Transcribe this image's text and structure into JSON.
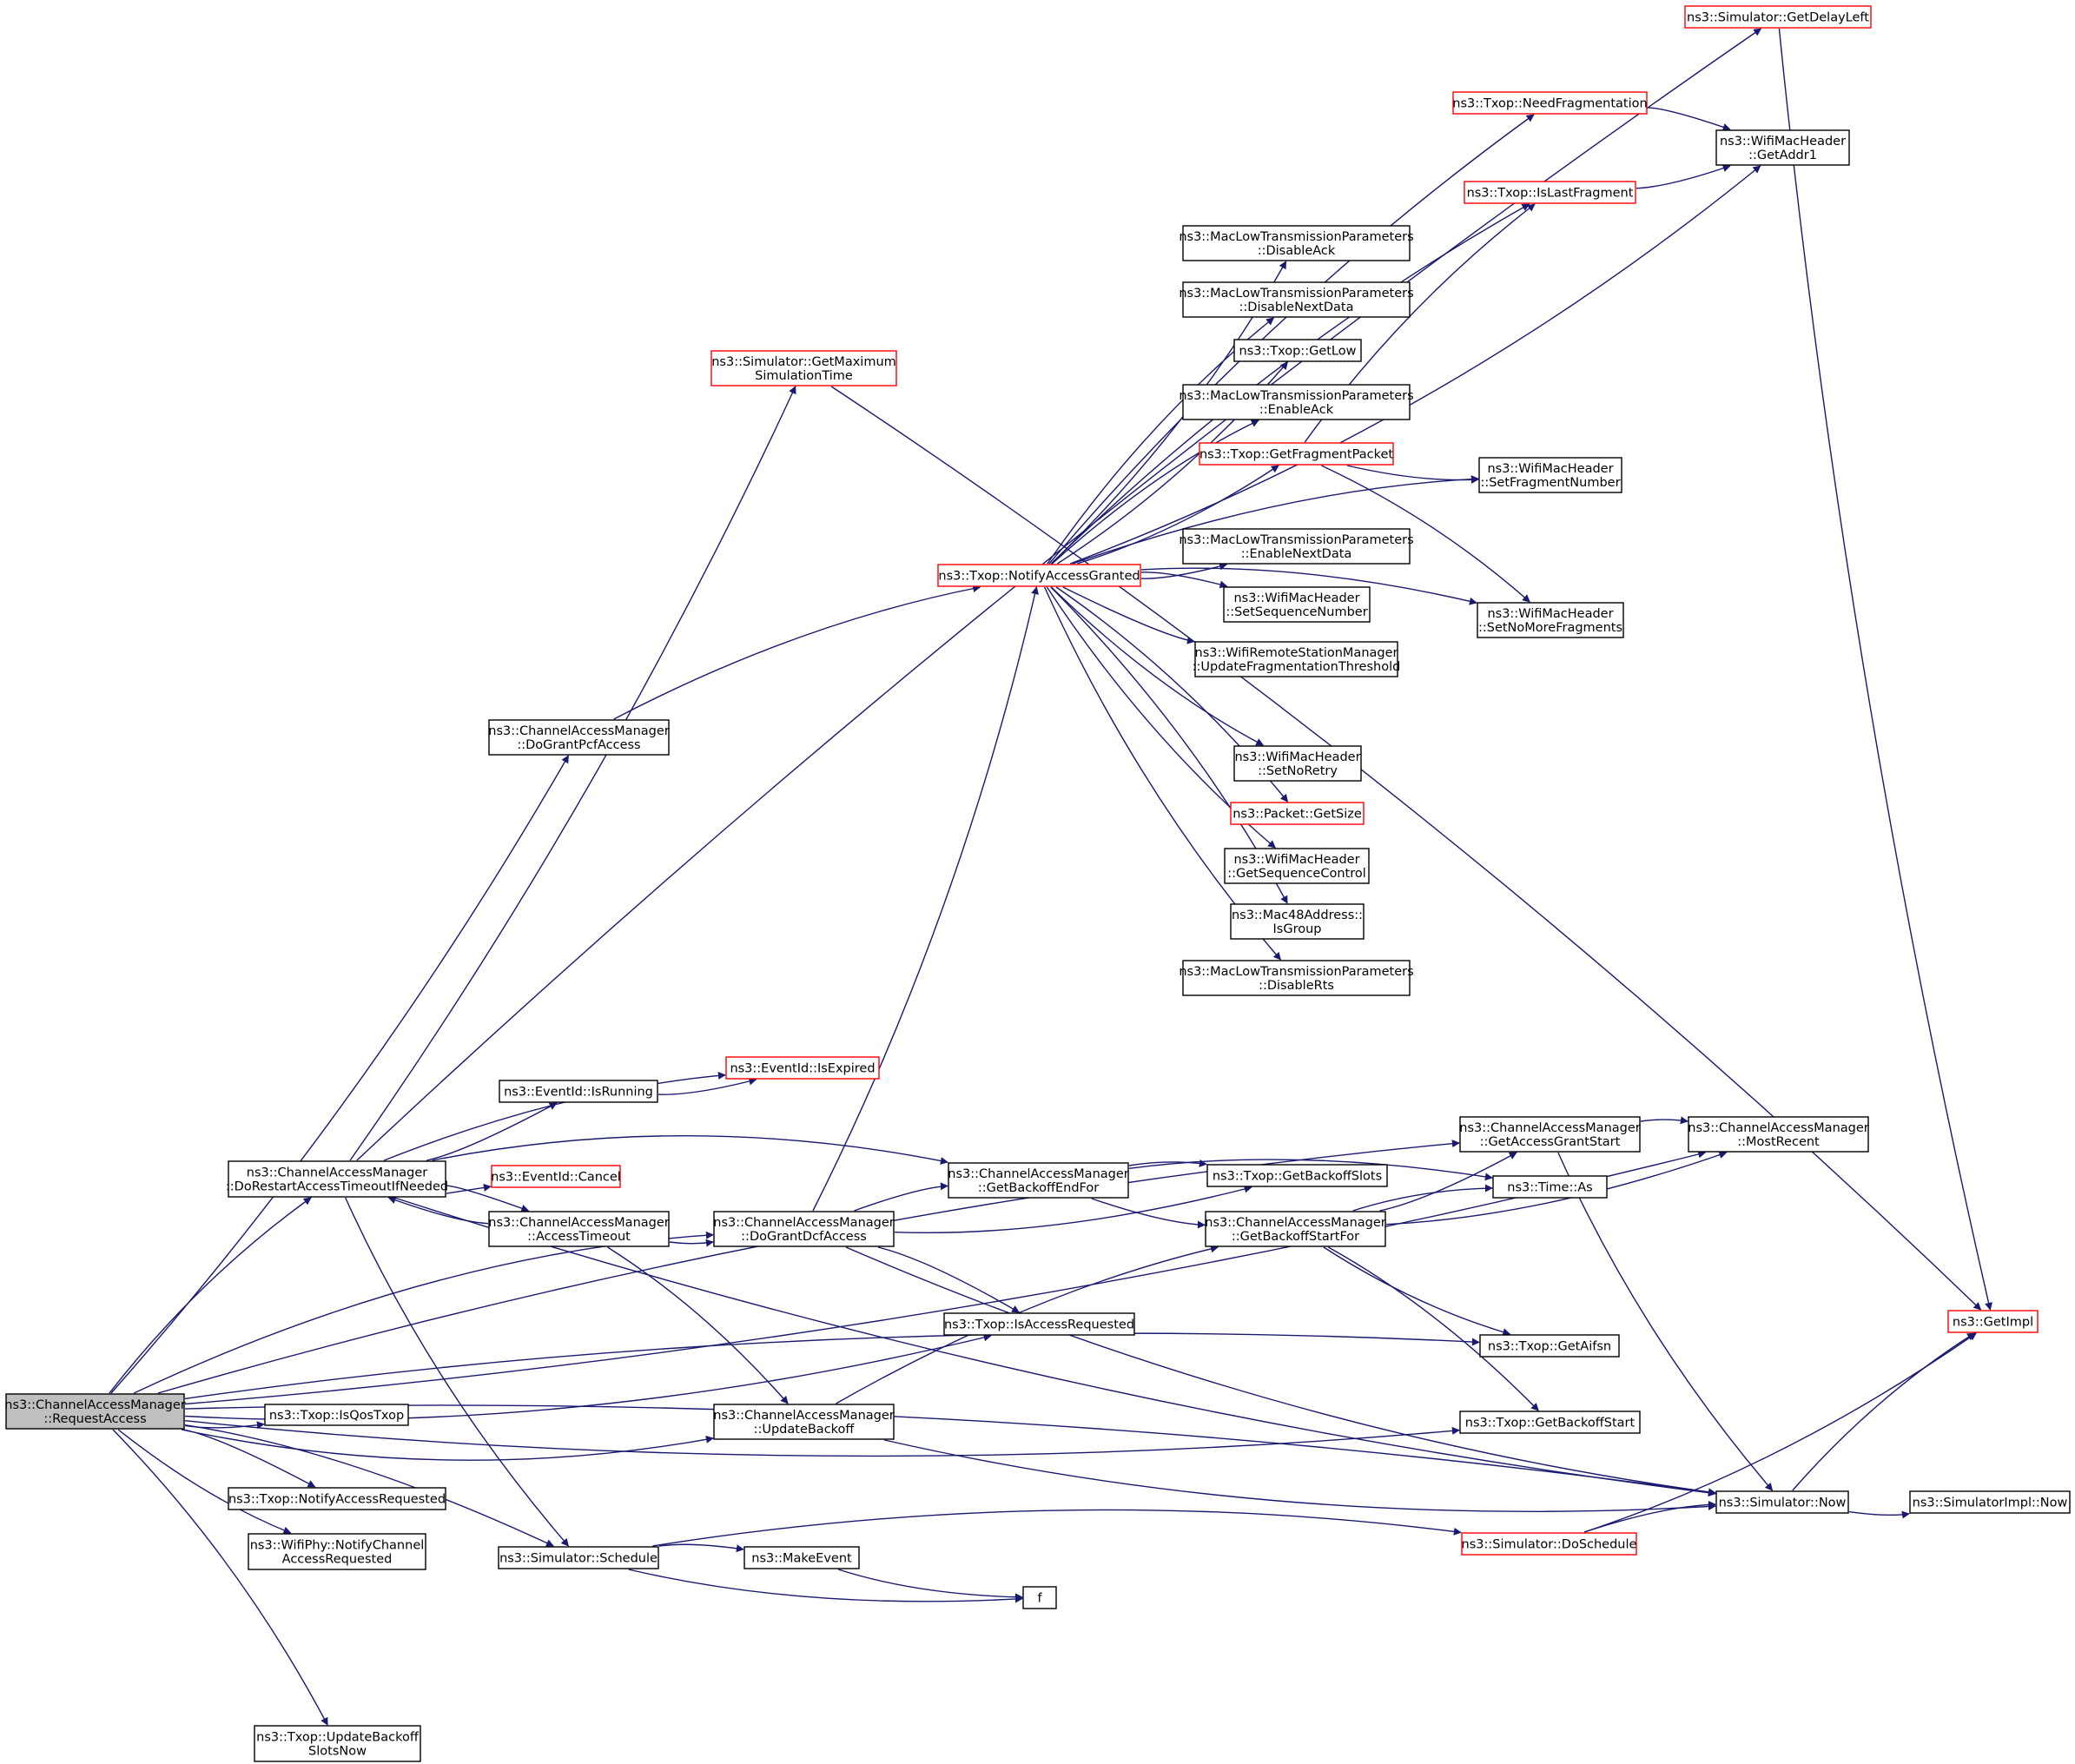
{
  "colors": {
    "edge": "#191970",
    "box_normal": "#000000",
    "box_truncated": "#ff0000",
    "box_root_fill": "#bfbfbf",
    "text": "#000000"
  },
  "nodes": [
    {
      "id": "request",
      "lines": [
        "ns3::ChannelAccessManager",
        "::RequestAccess"
      ],
      "style": "root"
    },
    {
      "id": "doRestart",
      "lines": [
        "ns3::ChannelAccessManager",
        "::DoRestartAccessTimeoutIfNeeded"
      ],
      "style": "normal"
    },
    {
      "id": "isQosTxop",
      "lines": [
        "ns3::Txop::IsQosTxop"
      ],
      "style": "normal"
    },
    {
      "id": "notifyAccessRequested",
      "lines": [
        "ns3::Txop::NotifyAccessRequested"
      ],
      "style": "normal"
    },
    {
      "id": "wifiPhyNotify",
      "lines": [
        "ns3::WifiPhy::NotifyChannel",
        "AccessRequested"
      ],
      "style": "normal"
    },
    {
      "id": "updateBackoffSlots",
      "lines": [
        "ns3::Txop::UpdateBackoff",
        "SlotsNow"
      ],
      "style": "normal"
    },
    {
      "id": "doGrantPcf",
      "lines": [
        "ns3::ChannelAccessManager",
        "::DoGrantPcfAccess"
      ],
      "style": "normal"
    },
    {
      "id": "getMaxSim",
      "lines": [
        "ns3::Simulator::GetMaximum",
        "SimulationTime"
      ],
      "style": "truncated"
    },
    {
      "id": "isRunning",
      "lines": [
        "ns3::EventId::IsRunning"
      ],
      "style": "normal"
    },
    {
      "id": "isExpired",
      "lines": [
        "ns3::EventId::IsExpired"
      ],
      "style": "truncated"
    },
    {
      "id": "cancel",
      "lines": [
        "ns3::EventId::Cancel"
      ],
      "style": "truncated"
    },
    {
      "id": "accessTimeout",
      "lines": [
        "ns3::ChannelAccessManager",
        "::AccessTimeout"
      ],
      "style": "normal"
    },
    {
      "id": "schedule",
      "lines": [
        "ns3::Simulator::Schedule"
      ],
      "style": "normal"
    },
    {
      "id": "doGrantDcf",
      "lines": [
        "ns3::ChannelAccessManager",
        "::DoGrantDcfAccess"
      ],
      "style": "normal"
    },
    {
      "id": "updateBackoff",
      "lines": [
        "ns3::ChannelAccessManager",
        "::UpdateBackoff"
      ],
      "style": "normal"
    },
    {
      "id": "makeEvent",
      "lines": [
        "ns3::MakeEvent"
      ],
      "style": "normal"
    },
    {
      "id": "f",
      "lines": [
        "f"
      ],
      "style": "normal"
    },
    {
      "id": "notifyAccessGranted",
      "lines": [
        "ns3::Txop::NotifyAccessGranted"
      ],
      "style": "truncated"
    },
    {
      "id": "isAccessRequested",
      "lines": [
        "ns3::Txop::IsAccessRequested"
      ],
      "style": "normal"
    },
    {
      "id": "getBackoffEndFor",
      "lines": [
        "ns3::ChannelAccessManager",
        "::GetBackoffEndFor"
      ],
      "style": "normal"
    },
    {
      "id": "getBackoffStartFor",
      "lines": [
        "ns3::ChannelAccessManager",
        "::GetBackoffStartFor"
      ],
      "style": "normal"
    },
    {
      "id": "disableAck",
      "lines": [
        "ns3::MacLowTransmissionParameters",
        "::DisableAck"
      ],
      "style": "normal"
    },
    {
      "id": "disableNextData",
      "lines": [
        "ns3::MacLowTransmissionParameters",
        "::DisableNextData"
      ],
      "style": "normal"
    },
    {
      "id": "getLow",
      "lines": [
        "ns3::Txop::GetLow"
      ],
      "style": "normal"
    },
    {
      "id": "enableAck",
      "lines": [
        "ns3::MacLowTransmissionParameters",
        "::EnableAck"
      ],
      "style": "normal"
    },
    {
      "id": "getFragmentPacket",
      "lines": [
        "ns3::Txop::GetFragmentPacket"
      ],
      "style": "truncated"
    },
    {
      "id": "enableNextData",
      "lines": [
        "ns3::MacLowTransmissionParameters",
        "::EnableNextData"
      ],
      "style": "normal"
    },
    {
      "id": "setSequenceNumber",
      "lines": [
        "ns3::WifiMacHeader",
        "::SetSequenceNumber"
      ],
      "style": "normal"
    },
    {
      "id": "updateFragThreshold",
      "lines": [
        "ns3::WifiRemoteStationManager",
        "::UpdateFragmentationThreshold"
      ],
      "style": "normal"
    },
    {
      "id": "setNoRetry",
      "lines": [
        "ns3::WifiMacHeader",
        "::SetNoRetry"
      ],
      "style": "normal"
    },
    {
      "id": "packetGetSize",
      "lines": [
        "ns3::Packet::GetSize"
      ],
      "style": "truncated"
    },
    {
      "id": "getSequenceControl",
      "lines": [
        "ns3::WifiMacHeader",
        "::GetSequenceControl"
      ],
      "style": "normal"
    },
    {
      "id": "isGroup",
      "lines": [
        "ns3::Mac48Address::",
        "IsGroup"
      ],
      "style": "normal"
    },
    {
      "id": "disableRts",
      "lines": [
        "ns3::MacLowTransmissionParameters",
        "::DisableRts"
      ],
      "style": "normal"
    },
    {
      "id": "needFragmentation",
      "lines": [
        "ns3::Txop::NeedFragmentation"
      ],
      "style": "truncated"
    },
    {
      "id": "isLastFragment",
      "lines": [
        "ns3::Txop::IsLastFragment"
      ],
      "style": "truncated"
    },
    {
      "id": "getBackoffSlots",
      "lines": [
        "ns3::Txop::GetBackoffSlots"
      ],
      "style": "normal"
    },
    {
      "id": "getAccessGrantStart",
      "lines": [
        "ns3::ChannelAccessManager",
        "::GetAccessGrantStart"
      ],
      "style": "normal"
    },
    {
      "id": "timeAs",
      "lines": [
        "ns3::Time::As"
      ],
      "style": "normal"
    },
    {
      "id": "getAifsn",
      "lines": [
        "ns3::Txop::GetAifsn"
      ],
      "style": "normal"
    },
    {
      "id": "getBackoffStart",
      "lines": [
        "ns3::Txop::GetBackoffStart"
      ],
      "style": "normal"
    },
    {
      "id": "doSchedule",
      "lines": [
        "ns3::Simulator::DoSchedule"
      ],
      "style": "truncated"
    },
    {
      "id": "getDelayLeft",
      "lines": [
        "ns3::Simulator::GetDelayLeft"
      ],
      "style": "truncated"
    },
    {
      "id": "getAddr1",
      "lines": [
        "ns3::WifiMacHeader",
        "::GetAddr1"
      ],
      "style": "normal"
    },
    {
      "id": "setFragmentNumber",
      "lines": [
        "ns3::WifiMacHeader",
        "::SetFragmentNumber"
      ],
      "style": "normal"
    },
    {
      "id": "setNoMoreFragments",
      "lines": [
        "ns3::WifiMacHeader",
        "::SetNoMoreFragments"
      ],
      "style": "normal"
    },
    {
      "id": "mostRecent",
      "lines": [
        "ns3::ChannelAccessManager",
        "::MostRecent"
      ],
      "style": "normal"
    },
    {
      "id": "simNow",
      "lines": [
        "ns3::Simulator::Now"
      ],
      "style": "normal"
    },
    {
      "id": "getImpl",
      "lines": [
        "ns3::GetImpl"
      ],
      "style": "truncated"
    },
    {
      "id": "simImplNow",
      "lines": [
        "ns3::SimulatorImpl::Now"
      ],
      "style": "normal"
    }
  ],
  "edges": [
    [
      "request",
      "doRestart"
    ],
    [
      "request",
      "isQosTxop"
    ],
    [
      "request",
      "notifyAccessRequested"
    ],
    [
      "request",
      "wifiPhyNotify"
    ],
    [
      "request",
      "updateBackoffSlots"
    ],
    [
      "request",
      "doGrantPcf"
    ],
    [
      "request",
      "doGrantDcf"
    ],
    [
      "request",
      "updateBackoff"
    ],
    [
      "request",
      "schedule"
    ],
    [
      "request",
      "isAccessRequested"
    ],
    [
      "request",
      "getAifsn"
    ],
    [
      "request",
      "getBackoffStart"
    ],
    [
      "request",
      "getAccessGrantStart"
    ],
    [
      "request",
      "mostRecent"
    ],
    [
      "request",
      "simNow"
    ],
    [
      "doRestart",
      "getMaxSim"
    ],
    [
      "doRestart",
      "getDelayLeft"
    ],
    [
      "doRestart",
      "isRunning"
    ],
    [
      "doRestart",
      "isExpired"
    ],
    [
      "doRestart",
      "cancel"
    ],
    [
      "doRestart",
      "accessTimeout"
    ],
    [
      "doRestart",
      "schedule"
    ],
    [
      "doRestart",
      "getBackoffEndFor"
    ],
    [
      "doRestart",
      "simNow"
    ],
    [
      "accessTimeout",
      "doRestart"
    ],
    [
      "accessTimeout",
      "doGrantDcf"
    ],
    [
      "accessTimeout",
      "updateBackoff"
    ],
    [
      "isRunning",
      "isExpired"
    ],
    [
      "getMaxSim",
      "getImpl"
    ],
    [
      "getDelayLeft",
      "getImpl"
    ],
    [
      "doGrantPcf",
      "notifyAccessGranted"
    ],
    [
      "doGrantDcf",
      "notifyAccessGranted"
    ],
    [
      "doGrantDcf",
      "getBackoffEndFor"
    ],
    [
      "doGrantDcf",
      "getBackoffSlots"
    ],
    [
      "doGrantDcf",
      "isAccessRequested"
    ],
    [
      "doGrantDcf",
      "simNow"
    ],
    [
      "updateBackoff",
      "getBackoffStartFor"
    ],
    [
      "updateBackoff",
      "simNow"
    ],
    [
      "schedule",
      "makeEvent"
    ],
    [
      "schedule",
      "f"
    ],
    [
      "schedule",
      "doSchedule"
    ],
    [
      "makeEvent",
      "f"
    ],
    [
      "getBackoffEndFor",
      "getBackoffSlots"
    ],
    [
      "getBackoffEndFor",
      "getBackoffStartFor"
    ],
    [
      "getBackoffEndFor",
      "timeAs"
    ],
    [
      "getBackoffStartFor",
      "getAccessGrantStart"
    ],
    [
      "getBackoffStartFor",
      "timeAs"
    ],
    [
      "getBackoffStartFor",
      "getAifsn"
    ],
    [
      "getBackoffStartFor",
      "getBackoffStart"
    ],
    [
      "getBackoffStartFor",
      "mostRecent"
    ],
    [
      "getAccessGrantStart",
      "mostRecent"
    ],
    [
      "getAccessGrantStart",
      "simNow"
    ],
    [
      "doSchedule",
      "simNow"
    ],
    [
      "doSchedule",
      "getImpl"
    ],
    [
      "simNow",
      "getImpl"
    ],
    [
      "simNow",
      "simImplNow"
    ],
    [
      "notifyAccessGranted",
      "needFragmentation"
    ],
    [
      "notifyAccessGranted",
      "getAddr1"
    ],
    [
      "notifyAccessGranted",
      "isLastFragment"
    ],
    [
      "notifyAccessGranted",
      "disableAck"
    ],
    [
      "notifyAccessGranted",
      "disableNextData"
    ],
    [
      "notifyAccessGranted",
      "getLow"
    ],
    [
      "notifyAccessGranted",
      "enableAck"
    ],
    [
      "notifyAccessGranted",
      "getFragmentPacket"
    ],
    [
      "notifyAccessGranted",
      "setFragmentNumber"
    ],
    [
      "notifyAccessGranted",
      "enableNextData"
    ],
    [
      "notifyAccessGranted",
      "setSequenceNumber"
    ],
    [
      "notifyAccessGranted",
      "updateFragThreshold"
    ],
    [
      "notifyAccessGranted",
      "setNoMoreFragments"
    ],
    [
      "notifyAccessGranted",
      "setNoRetry"
    ],
    [
      "notifyAccessGranted",
      "packetGetSize"
    ],
    [
      "notifyAccessGranted",
      "getSequenceControl"
    ],
    [
      "notifyAccessGranted",
      "isGroup"
    ],
    [
      "notifyAccessGranted",
      "disableRts"
    ],
    [
      "needFragmentation",
      "getAddr1"
    ],
    [
      "isLastFragment",
      "getAddr1"
    ],
    [
      "getFragmentPacket",
      "isLastFragment"
    ],
    [
      "getFragmentPacket",
      "setFragmentNumber"
    ],
    [
      "getFragmentPacket",
      "setNoMoreFragments"
    ]
  ]
}
